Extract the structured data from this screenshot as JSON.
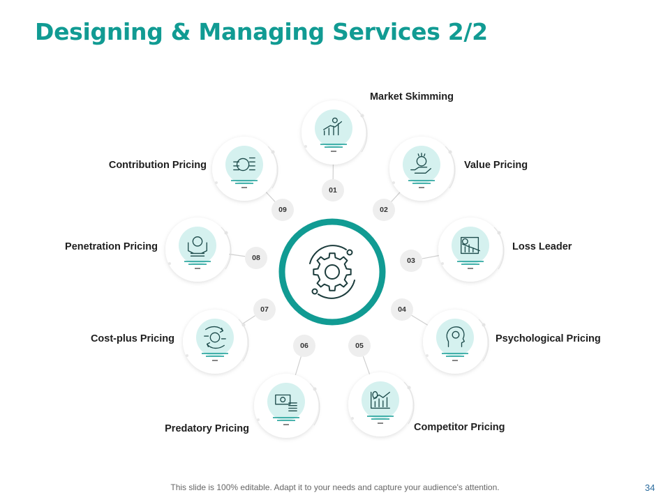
{
  "slide": {
    "title": "Designing & Managing Services 2/2",
    "footer": "This slide is 100% editable. Adapt it to your needs and capture your audience's attention.",
    "page_number": "34"
  },
  "theme": {
    "accent": "#119b93",
    "accent_light": "#d5f1ef",
    "number_bg": "#eeeeee"
  },
  "hub": {
    "icon": "gear-icon"
  },
  "items": [
    {
      "num": "01",
      "label": "Market Skimming",
      "icon": "bar-growth-chart-icon"
    },
    {
      "num": "02",
      "label": "Value Pricing",
      "icon": "hand-coin-icon"
    },
    {
      "num": "03",
      "label": "Loss Leader",
      "icon": "declining-chart-icon"
    },
    {
      "num": "04",
      "label": "Psychological Pricing",
      "icon": "head-dollar-icon"
    },
    {
      "num": "05",
      "label": "Competitor Pricing",
      "icon": "rising-chart-dollar-icon"
    },
    {
      "num": "06",
      "label": "Predatory Pricing",
      "icon": "cash-stack-icon"
    },
    {
      "num": "07",
      "label": "Cost-plus Pricing",
      "icon": "money-exchange-icon"
    },
    {
      "num": "08",
      "label": "Penetration Pricing",
      "icon": "hands-coin-icon"
    },
    {
      "num": "09",
      "label": "Contribution Pricing",
      "icon": "coins-stack-icon"
    }
  ]
}
